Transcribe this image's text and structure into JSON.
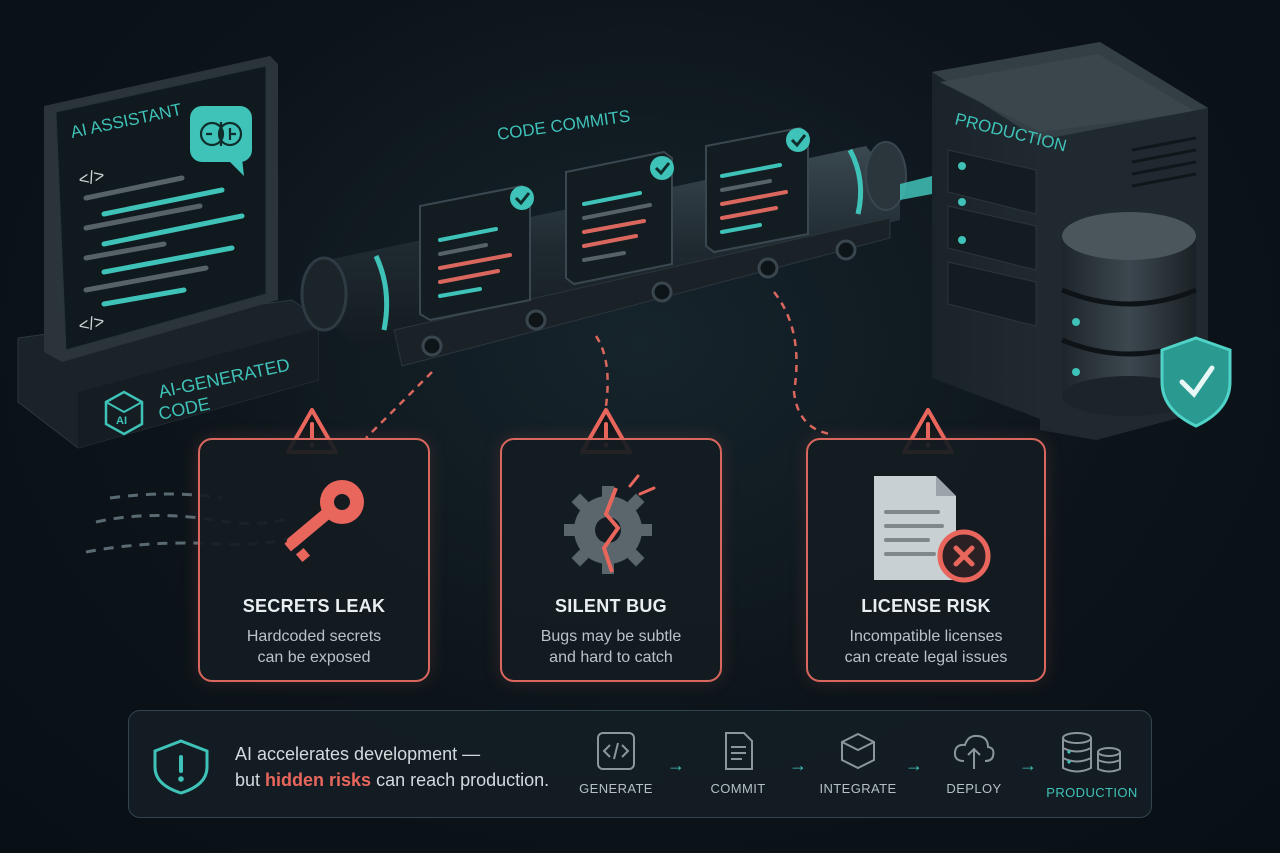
{
  "colors": {
    "teal": "#3fc2b8",
    "danger": "#d9675e",
    "background": "#0c141a",
    "panel": "#1f2a31"
  },
  "assistant": {
    "title": "AI ASSISTANT",
    "code_tag": "</>",
    "badge_line1": "AI-GENERATED",
    "badge_line2": "CODE",
    "badge_icon": "AI"
  },
  "pipeline": {
    "title": "CODE COMMITS"
  },
  "production": {
    "title": "PRODUCTION"
  },
  "risks": [
    {
      "title": "SECRETS LEAK",
      "desc_line1": "Hardcoded secrets",
      "desc_line2": "can be exposed",
      "icon": "key-icon"
    },
    {
      "title": "SILENT BUG",
      "desc_line1": "Bugs may be subtle",
      "desc_line2": "and hard to catch",
      "icon": "broken-gear-icon"
    },
    {
      "title": "LICENSE RISK",
      "desc_line1": "Incompatible licenses",
      "desc_line2": "can create legal issues",
      "icon": "document-error-icon"
    }
  ],
  "footer": {
    "line1": "AI accelerates development —",
    "line2_pre": "but ",
    "line2_highlight": "hidden risks",
    "line2_post": " can reach production.",
    "steps": [
      {
        "label": "GENERATE",
        "icon": "code-icon"
      },
      {
        "label": "COMMIT",
        "icon": "document-icon"
      },
      {
        "label": "INTEGRATE",
        "icon": "cube-icon"
      },
      {
        "label": "DEPLOY",
        "icon": "cloud-upload-icon"
      },
      {
        "label": "PRODUCTION",
        "icon": "database-icon"
      }
    ],
    "arrow": "→"
  }
}
